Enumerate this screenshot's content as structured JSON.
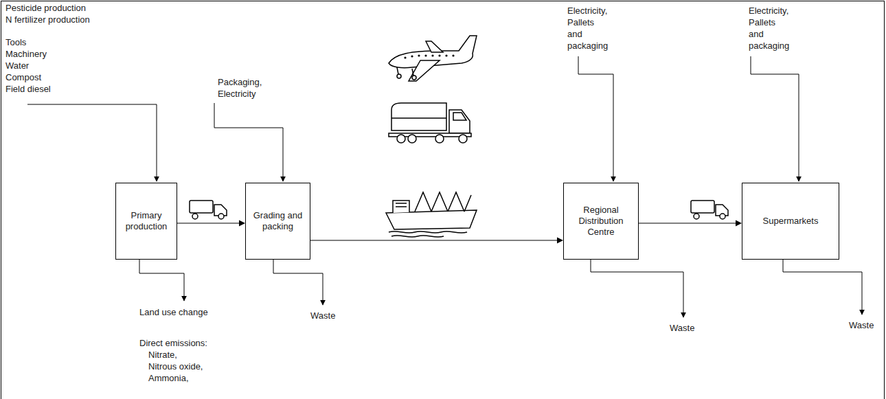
{
  "diagram": {
    "nodes": [
      {
        "text": [
          "Primary production"
        ]
      },
      {
        "text": [
          "Grading and packing"
        ]
      },
      {
        "text": [
          "Regional Distribution Centre"
        ]
      },
      {
        "text": [
          "Supermarkets"
        ]
      }
    ],
    "edges": [
      {
        "from": 0,
        "to": 1,
        "arrow": "to"
      },
      {
        "from": 1,
        "to": 2,
        "arrow": "to"
      },
      {
        "from": 2,
        "to": 3,
        "arrow": "to"
      }
    ],
    "labels": [
      "Pesticide production",
      "N fertilizer production",
      "Tools",
      "Machinery",
      "Water",
      "Compost",
      "Field diesel",
      "Packaging,",
      "Electricity",
      "Electricity,",
      "Pallets",
      "and",
      "packaging",
      "Electricity,",
      "Pallets",
      "and",
      "packaging",
      "Land use change",
      "Direct emissions:",
      "Nitrate,",
      "Nitrous oxide,",
      "Ammonia,",
      "Waste",
      "Waste",
      "Waste"
    ]
  }
}
